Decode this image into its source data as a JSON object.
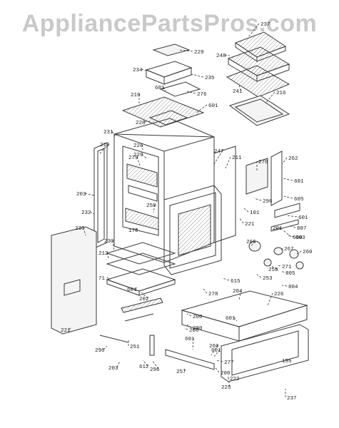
{
  "watermark": "AppliancePartsPros.com",
  "callouts": [
    "229",
    "234",
    "235",
    "601",
    "276",
    "219",
    "601",
    "228",
    "231",
    "226",
    "229",
    "247",
    "211",
    "219",
    "279",
    "203",
    "232",
    "250",
    "170",
    "230",
    "235",
    "212",
    "71",
    "601",
    "202",
    "221",
    "296",
    "251",
    "203",
    "612",
    "296",
    "237",
    "248",
    "241",
    "216",
    "270",
    "262",
    "601",
    "605",
    "601",
    "600",
    "221",
    "101",
    "296",
    "807",
    "201",
    "603",
    "266",
    "267",
    "260",
    "271",
    "259",
    "253",
    "805",
    "804",
    "615",
    "204",
    "278",
    "280",
    "226",
    "601",
    "200",
    "601",
    "260",
    "206",
    "601",
    "277",
    "200",
    "225",
    "222",
    "237",
    "195",
    "257"
  ]
}
